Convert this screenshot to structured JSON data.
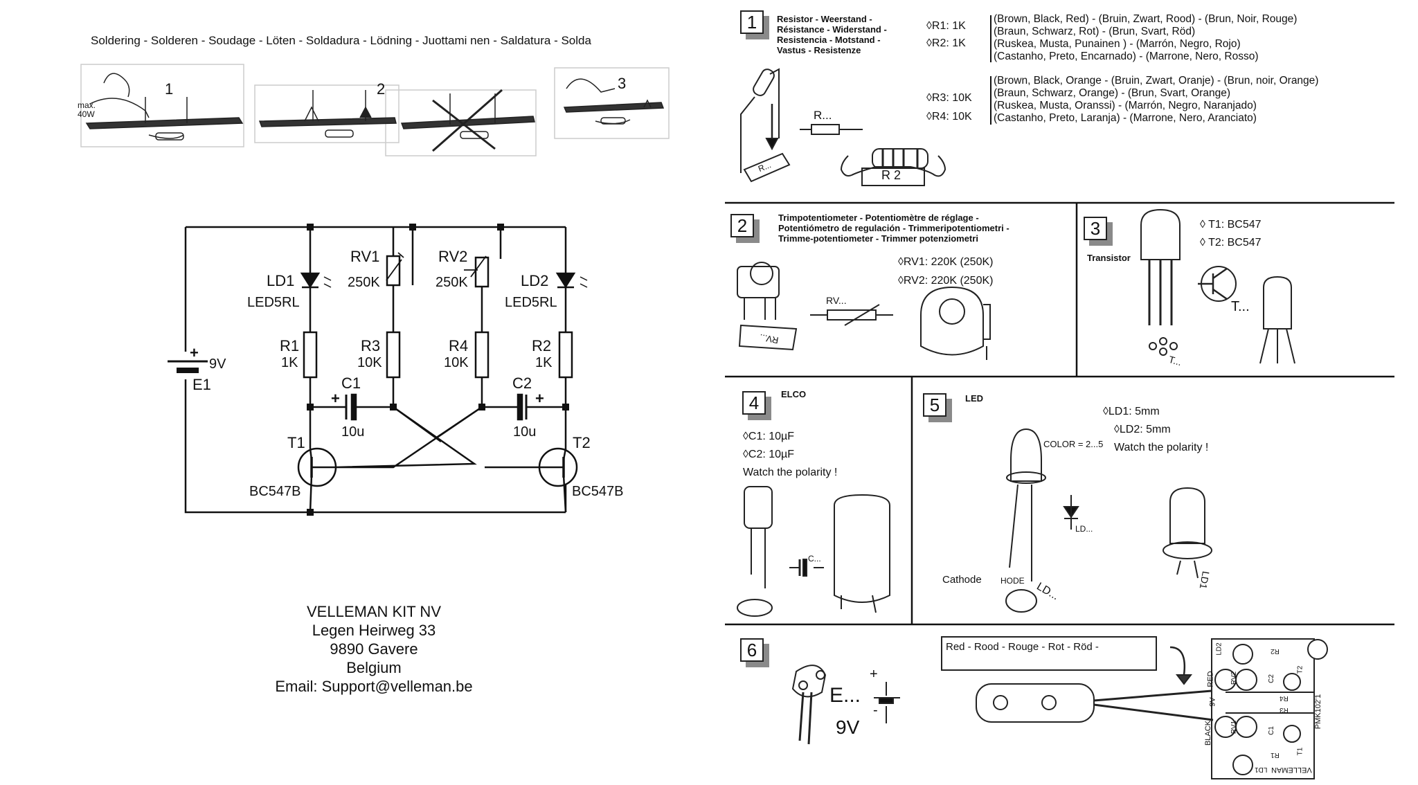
{
  "left": {
    "soldering_title": "Soldering - Solderen - Soudage - Löten - Soldadura - Lödning - Juottami nen - Saldatura - Solda",
    "steps": [
      "1",
      "2",
      "3"
    ],
    "iron_max": "max.",
    "iron_watt": "40W",
    "schematic": {
      "ld1": "LD1",
      "ld1_type": "LED5RL",
      "ld2": "LD2",
      "ld2_type": "LED5RL",
      "rv1": "RV1",
      "rv1_val": "250K",
      "rv2": "RV2",
      "rv2_val": "250K",
      "r1": "R1",
      "r1_val": "1K",
      "r3": "R3",
      "r3_val": "10K",
      "r4": "R4",
      "r4_val": "10K",
      "r2": "R2",
      "r2_val": "1K",
      "c1": "C1",
      "c1_val": "10u",
      "c2": "C2",
      "c2_val": "10u",
      "t1": "T1",
      "t1_type": "BC547B",
      "t2": "T2",
      "t2_type": "BC547B",
      "batt_plus": "+",
      "batt_val": "9V",
      "batt_name": "E1",
      "plus": "+"
    },
    "address": [
      "VELLEMAN KIT NV",
      "Legen Heirweg 33",
      "9890 Gavere",
      "Belgium",
      "Email: Support@velleman.be"
    ]
  },
  "right": {
    "s1": {
      "num": "1",
      "heading": [
        "Resistor - Weerstand -",
        "Résistance - Widerstand -",
        "Resistencia - Motstand -",
        "Vastus - Resistenze"
      ],
      "parts_a": [
        "◊R1: 1K",
        "◊R2: 1K"
      ],
      "colors_a": [
        "(Brown, Black, Red) - (Bruin, Zwart, Rood) - (Brun, Noir, Rouge)",
        "(Braun, Schwarz, Rot) - (Brun, Svart, Röd)",
        "(Ruskea, Musta, Punainen ) - (Marrón, Negro, Rojo)",
        "(Castanho, Preto, Encarnado) - (Marrone, Nero, Rosso)"
      ],
      "parts_b": [
        "◊R3: 10K",
        "◊R4: 10K"
      ],
      "colors_b": [
        "(Brown, Black, Orange - (Bruin, Zwart, Oranje) - (Brun, noir, Orange)",
        "(Braun, Schwarz, Orange) - (Brun, Svart, Orange)",
        "(Ruskea, Musta, Oranssi) - (Marrón, Negro, Naranjado)",
        "(Castanho, Preto, Laranja) - (Marrone, Nero, Aranciato)"
      ],
      "sym": "R...",
      "bend": "R...",
      "part_label": "R 2"
    },
    "s2": {
      "num": "2",
      "heading": [
        "Trimpotentiometer  -  Potentiomètre de réglage  -",
        "Potentiómetro de regulación  - Trimmeripotentiometri  -",
        "Trimme-potentiometer  -  Trimmer potenziometri"
      ],
      "parts": [
        "◊RV1: 220K (250K)",
        "◊RV2: 220K (250K)"
      ],
      "sym": "RV...",
      "foot": "RV..."
    },
    "s3": {
      "num": "3",
      "heading": "Transistor",
      "parts": [
        "◊  T1: BC547",
        "◊  T2: BC547"
      ],
      "sym": "T...",
      "foot": "T..."
    },
    "s4": {
      "num": "4",
      "heading": "ELCO",
      "parts": [
        "◊C1: 10µF",
        "◊C2: 10µF"
      ],
      "note": "Watch the polarity !",
      "sym": "C..."
    },
    "s5": {
      "num": "5",
      "heading": "LED",
      "parts": [
        "◊LD1: 5mm",
        "◊LD2: 5mm"
      ],
      "note": "Watch the polarity !",
      "color": "COLOR = 2...5",
      "sym": "LD...",
      "cathode": "Cathode",
      "hode": "HODE",
      "foot": "LD...",
      "foot2": "LD1"
    },
    "s6": {
      "num": "6",
      "label": "E...",
      "volt": "9V",
      "plus": "+",
      "minus": "-",
      "wire_note": "Red - Rood - Rouge - Rot - Röd -",
      "pcb": {
        "red": "RED",
        "v": "9V",
        "black": "BLACK",
        "pmk": "PMK102'1",
        "vel": "VELLEMAN",
        "ld2": "LD2",
        "r2": "R2",
        "rv2": "RV2",
        "c2": "C2",
        "t2": "T2",
        "r4": "R4",
        "r3": "R3",
        "rv1": "RV1",
        "c1": "C1",
        "t1": "T1",
        "r1": "R1",
        "ld1": "LD1"
      }
    }
  }
}
